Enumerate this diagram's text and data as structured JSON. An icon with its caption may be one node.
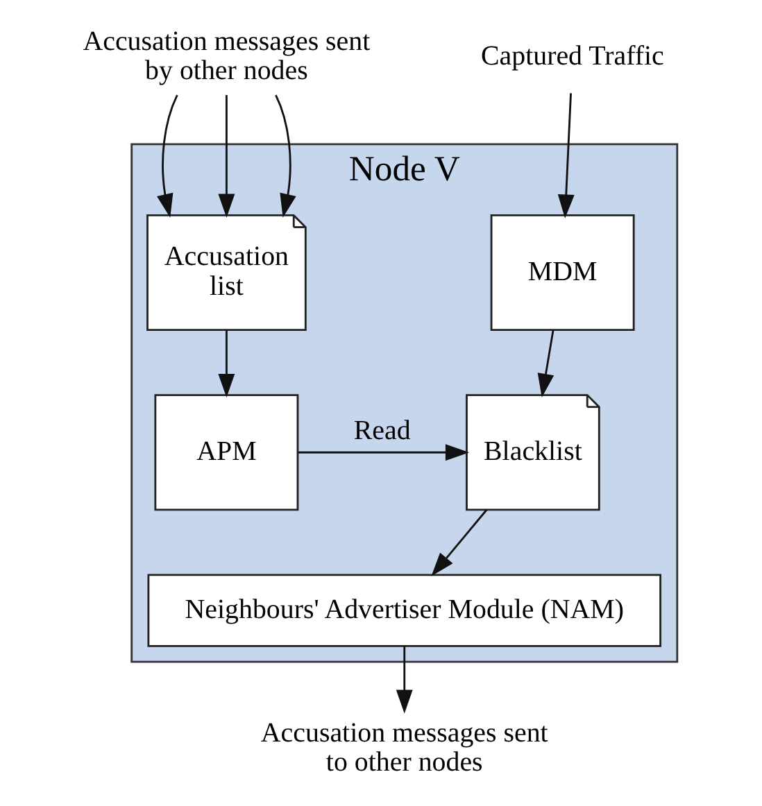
{
  "diagram": {
    "nodes": [
      {
        "text": [
          "Node V"
        ]
      },
      {
        "text": [
          "Accusation list"
        ],
        "in": 0
      },
      {
        "text": [
          "MDM"
        ],
        "in": 0
      },
      {
        "text": [
          "APM"
        ],
        "in": 0
      },
      {
        "text": [
          "Blacklist"
        ],
        "in": 0
      },
      {
        "text": [
          "Neighbours' Advertiser Module (NAM)"
        ],
        "in": 0
      },
      {
        "text": [
          "Accusation messages sent by other nodes"
        ]
      },
      {
        "text": [
          "Captured Traffic"
        ]
      },
      {
        "text": [
          "Accusation messages sent to other nodes"
        ]
      }
    ],
    "edges": [
      {
        "from": 6,
        "to": 1,
        "arrow": "to"
      },
      {
        "from": 6,
        "to": 1,
        "arrow": "to"
      },
      {
        "from": 6,
        "to": 1,
        "arrow": "to"
      },
      {
        "from": 7,
        "to": 2,
        "arrow": "to"
      },
      {
        "from": 1,
        "to": 3,
        "arrow": "to"
      },
      {
        "from": 2,
        "to": 4,
        "arrow": "to"
      },
      {
        "from": 3,
        "to": 4,
        "arrow": "to",
        "label": "Read"
      },
      {
        "from": 4,
        "to": 5,
        "arrow": "to"
      },
      {
        "from": 5,
        "to": 8,
        "arrow": "to"
      }
    ]
  }
}
